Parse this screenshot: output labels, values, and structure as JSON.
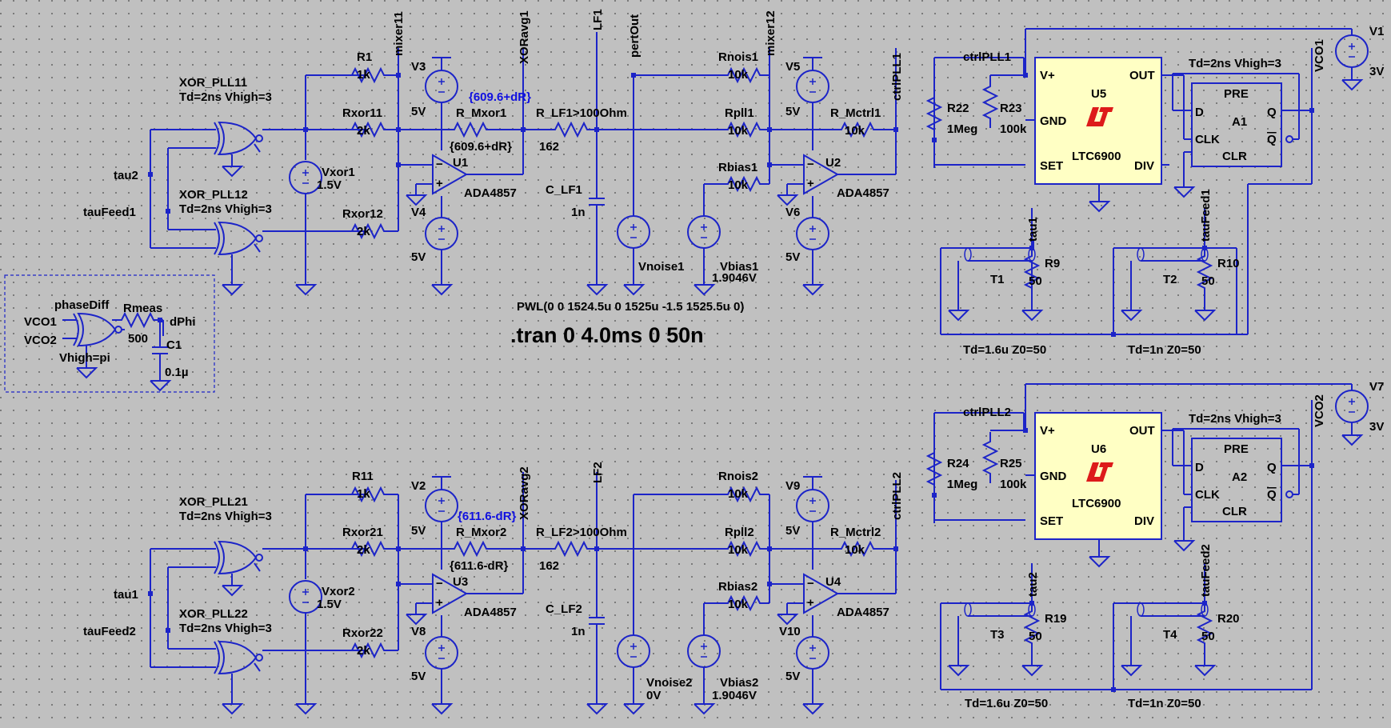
{
  "schematic": {
    "directive": ".tran 0 4.0ms 0 50n",
    "pwl": "PWL(0 0 1524.5u 0 1525u -1.5 1525.5u 0)",
    "pll1": {
      "gate_top": {
        "name": "XOR_PLL11",
        "params": "Td=2ns Vhigh=3"
      },
      "gate_bot": {
        "name": "XOR_PLL12",
        "params": "Td=2ns Vhigh=3"
      },
      "in_tau": "tau2",
      "in_feed": "tauFeed1",
      "vxor": {
        "name": "Vxor1",
        "value": "1.5V"
      },
      "r_top": {
        "name": "R1",
        "value": "1k"
      },
      "r_mid": {
        "name": "Rxor11",
        "value": "2k"
      },
      "r_bot": {
        "name": "Rxor12",
        "value": "2k"
      },
      "net_mixer_a": "mixer11",
      "net_xoravg": "XORavg1",
      "v_top": {
        "name": "V3",
        "value": "5V"
      },
      "v_bot": {
        "name": "V4",
        "value": "5V"
      },
      "r_mxor": {
        "name": "R_Mxor1",
        "value": "{609.6+dR}",
        "value2": "{609.6+dR}"
      },
      "opamp_a": {
        "name": "U1",
        "part": "ADA4857"
      },
      "r_lf": {
        "name": "R_LF1>100Ohm",
        "value": "162"
      },
      "net_lf": "LF1",
      "c_lf": {
        "name": "C_LF1",
        "value": "1n"
      },
      "net_pert": "pertOut",
      "vnoise": {
        "name": "Vnoise1",
        "value": ""
      },
      "rnois": {
        "name": "Rnois1",
        "value": "10k"
      },
      "rpll": {
        "name": "Rpll1",
        "value": "10k"
      },
      "rbias": {
        "name": "Rbias1",
        "value": "10k"
      },
      "vbias": {
        "name": "Vbias1",
        "value": "1.9046V"
      },
      "net_mixer_b": "mixer12",
      "v_top2": {
        "name": "V5",
        "value": "5V"
      },
      "v_bot2": {
        "name": "V6",
        "value": "5V"
      },
      "opamp_b": {
        "name": "U2",
        "part": "ADA4857"
      },
      "r_mctrl": {
        "name": "R_Mctrl1",
        "value": "10k"
      },
      "net_ctrl": "ctrlPLL1",
      "ctrl_label": "ctrlPLL1",
      "r_a": {
        "name": "R22",
        "value": "1Meg"
      },
      "r_b": {
        "name": "R23",
        "value": "100k"
      },
      "ic": {
        "name": "U5",
        "part": "LTC6900",
        "pins": {
          "vp": "V+",
          "gnd": "GND",
          "set": "SET",
          "out": "OUT",
          "div": "DIV"
        }
      },
      "ff": {
        "name": "A1",
        "params": "Td=2ns Vhigh=3",
        "pins": {
          "pre": "PRE",
          "d": "D",
          "clk": "CLK",
          "clr": "CLR",
          "q": "Q",
          "qb": "Q"
        }
      },
      "net_vco": "VCO1",
      "vsup": {
        "name": "V1",
        "value": "3V"
      },
      "net_tau": "tau1",
      "net_taufeed": "tauFeed1",
      "r_t1": {
        "name": "R9",
        "value": "50"
      },
      "r_t2": {
        "name": "R10",
        "value": "50"
      },
      "t_a": {
        "name": "T1",
        "params": "Td=1.6u Z0=50"
      },
      "t_b": {
        "name": "T2",
        "params": "Td=1n Z0=50"
      }
    },
    "pll2": {
      "gate_top": {
        "name": "XOR_PLL21",
        "params": "Td=2ns Vhigh=3"
      },
      "gate_bot": {
        "name": "XOR_PLL22",
        "params": "Td=2ns Vhigh=3"
      },
      "in_tau": "tau1",
      "in_feed": "tauFeed2",
      "vxor": {
        "name": "Vxor2",
        "value": "1.5V"
      },
      "r_top": {
        "name": "R11",
        "value": "1k"
      },
      "r_mid": {
        "name": "Rxor21",
        "value": "2k"
      },
      "r_bot": {
        "name": "Rxor22",
        "value": "2k"
      },
      "net_xoravg": "XORavg2",
      "v_top": {
        "name": "V2",
        "value": "5V"
      },
      "v_bot": {
        "name": "V8",
        "value": "5V"
      },
      "r_mxor": {
        "name": "R_Mxor2",
        "value": "{611.6-dR}",
        "value2": "{611.6-dR}"
      },
      "opamp_a": {
        "name": "U3",
        "part": "ADA4857"
      },
      "r_lf": {
        "name": "R_LF2>100Ohm",
        "value": "162"
      },
      "net_lf": "LF2",
      "c_lf": {
        "name": "C_LF2",
        "value": "1n"
      },
      "vnoise": {
        "name": "Vnoise2",
        "value": "0V"
      },
      "rnois": {
        "name": "Rnois2",
        "value": "10k"
      },
      "rpll": {
        "name": "Rpll2",
        "value": "10k"
      },
      "rbias": {
        "name": "Rbias2",
        "value": "10k"
      },
      "vbias": {
        "name": "Vbias2",
        "value": "1.9046V"
      },
      "v_top2": {
        "name": "V9",
        "value": "5V"
      },
      "v_bot2": {
        "name": "V10",
        "value": "5V"
      },
      "opamp_b": {
        "name": "U4",
        "part": "ADA4857"
      },
      "r_mctrl": {
        "name": "R_Mctrl2",
        "value": "10k"
      },
      "net_ctrl": "ctrlPLL2",
      "ctrl_label": "ctrlPLL2",
      "r_a": {
        "name": "R24",
        "value": "1Meg"
      },
      "r_b": {
        "name": "R25",
        "value": "100k"
      },
      "ic": {
        "name": "U6",
        "part": "LTC6900",
        "pins": {
          "vp": "V+",
          "gnd": "GND",
          "set": "SET",
          "out": "OUT",
          "div": "DIV"
        }
      },
      "ff": {
        "name": "A2",
        "params": "Td=2ns Vhigh=3",
        "pins": {
          "pre": "PRE",
          "d": "D",
          "clk": "CLK",
          "clr": "CLR",
          "q": "Q",
          "qb": "Q"
        }
      },
      "net_vco": "VCO2",
      "vsup": {
        "name": "V7",
        "value": "3V"
      },
      "net_tau": "tau2",
      "net_taufeed": "tauFeed2",
      "r_t1": {
        "name": "R19",
        "value": "50"
      },
      "r_t2": {
        "name": "R20",
        "value": "50"
      },
      "t_a": {
        "name": "T3",
        "params": "Td=1.6u Z0=50"
      },
      "t_b": {
        "name": "T4",
        "params": "Td=1n Z0=50"
      }
    },
    "phase_meter": {
      "gate": "phaseDiff",
      "in_a": "VCO1",
      "in_b": "VCO2",
      "param": "Vhigh=pi",
      "r": {
        "name": "Rmeas",
        "value": "500"
      },
      "out": "dPhi",
      "c": {
        "name": "C1",
        "value": "0.1µ"
      }
    }
  }
}
